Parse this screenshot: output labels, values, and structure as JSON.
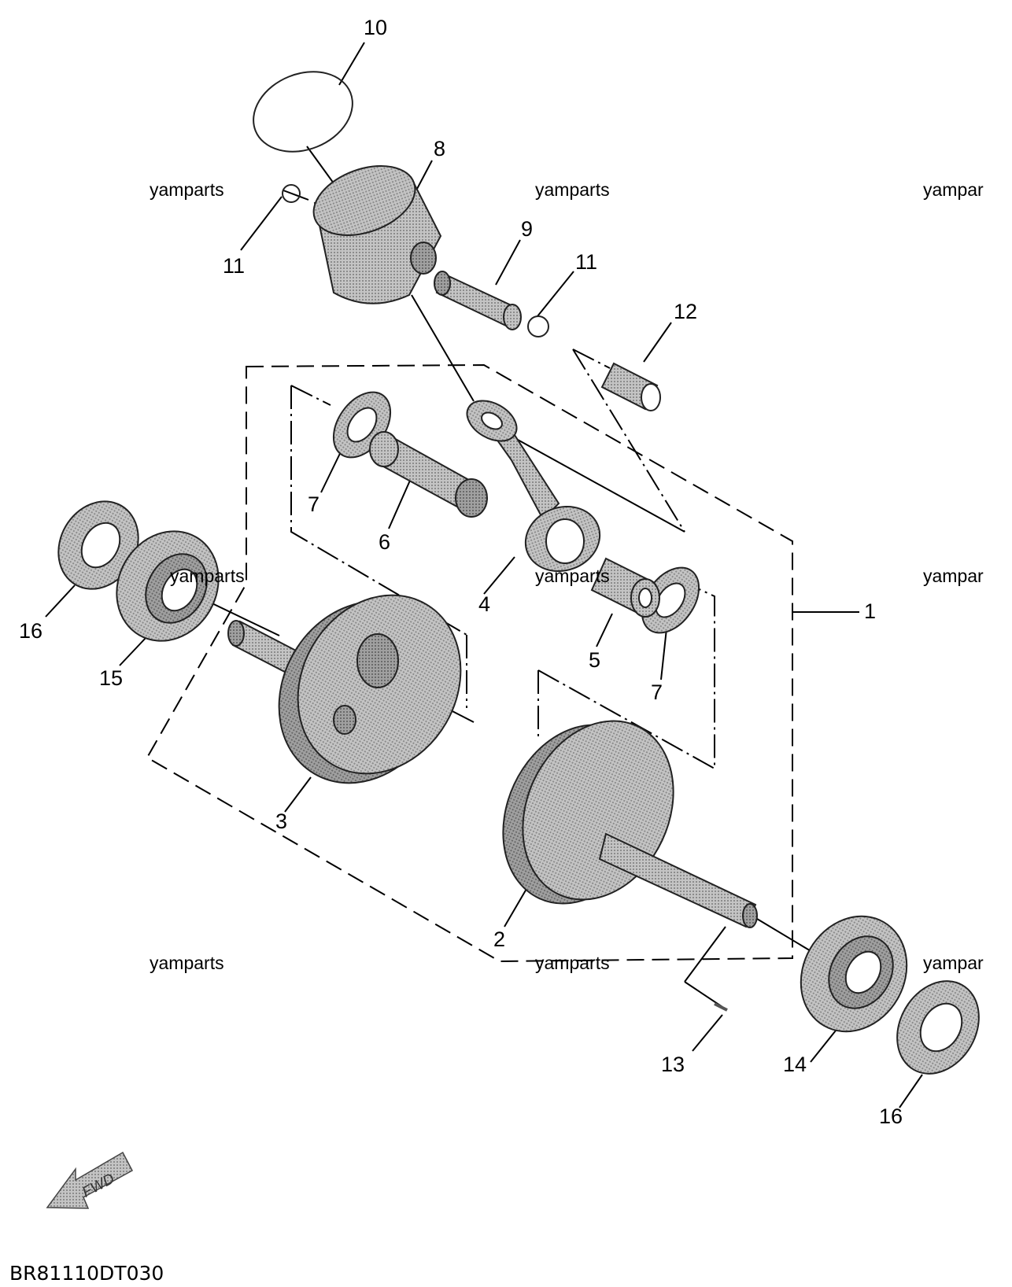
{
  "diagram_code": "BR81110DT030",
  "fwd_label": "FWD",
  "watermarks": [
    "yamparts",
    "yamparts",
    "yampar",
    "yamparts",
    "yampar",
    "yamparts",
    "yamparts",
    "yampar",
    "yamparts"
  ],
  "callouts": [
    "10",
    "8",
    "11",
    "9",
    "11",
    "12",
    "7",
    "6",
    "4",
    "5",
    "7",
    "1",
    "16",
    "15",
    "3",
    "2",
    "13",
    "14",
    "16"
  ],
  "colors": {
    "part_fill": "#b8b8b8",
    "part_dark": "#8a8a8a",
    "line": "#000000"
  }
}
